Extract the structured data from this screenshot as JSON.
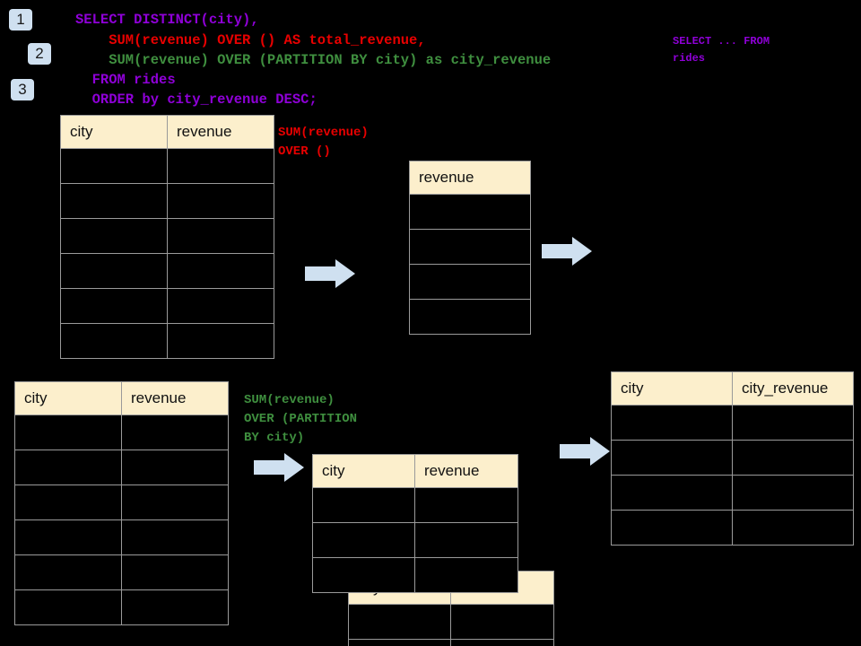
{
  "steps": [
    {
      "label": "1"
    },
    {
      "label": "2"
    },
    {
      "label": "3"
    }
  ],
  "sql": {
    "line1": "SELECT DISTINCT(city),",
    "line2": "    SUM(revenue) OVER () AS total_revenue,",
    "line3": "    SUM(revenue) OVER (PARTITION BY city) as city_revenue",
    "line4": "  FROM rides",
    "line5": "  ORDER by city_revenue DESC;",
    "colors": {
      "keyword": "#8f00d8",
      "total_revenue": "#e80000",
      "city_revenue": "#3f8f3f"
    }
  },
  "annotations": {
    "source_note": "SELECT ... FROM\nrides",
    "total_revenue_note": "SUM(revenue)\nOVER ()",
    "city_revenue_note": "SUM(revenue)\nOVER (PARTITION\nBY city)"
  },
  "tables": {
    "rides_top": {
      "headers": [
        "city",
        "revenue"
      ],
      "row_count": 6
    },
    "total_revenue": {
      "headers": [
        "revenue"
      ],
      "row_count": 4
    },
    "rides_bottom": {
      "headers": [
        "city",
        "revenue"
      ],
      "row_count": 6
    },
    "partition_front": {
      "headers": [
        "city",
        "revenue"
      ],
      "row_count": 3
    },
    "partition_back": {
      "headers": [
        "city",
        "revenue"
      ],
      "row_count": 2
    },
    "result": {
      "headers": [
        "city",
        "city_revenue"
      ],
      "row_count": 4
    }
  },
  "arrows": {
    "icon": "block-arrow-right",
    "color": "#cfe0f0",
    "count": 4
  },
  "theme": {
    "background": "#000000",
    "header_fill": "#fcefcc",
    "grid_line": "#9a9a9a",
    "badge_fill": "#cfe0f0"
  }
}
